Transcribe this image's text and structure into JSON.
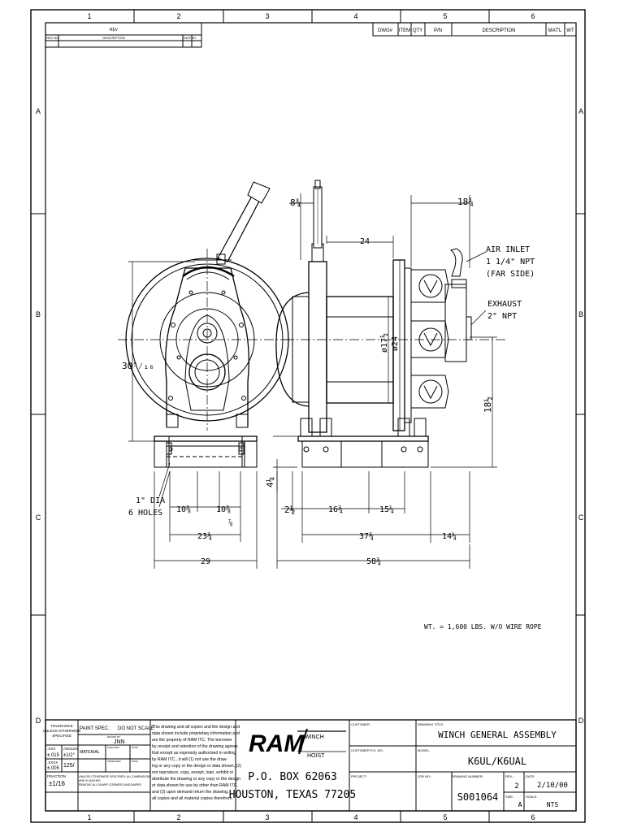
{
  "zones": {
    "columns": [
      "1",
      "2",
      "3",
      "4",
      "5",
      "6"
    ],
    "rows": [
      "A",
      "B",
      "C",
      "D"
    ]
  },
  "revision_block": {
    "header": "REV",
    "cols": [
      "REV NO.",
      "DESCRIPTION",
      "DATE",
      "BY"
    ]
  },
  "parts_list_header": [
    "DWG#",
    "ITEM",
    "QTY",
    "P/N",
    "DESCRIPTION",
    "MAT'L",
    "WT"
  ],
  "dimensions": {
    "d_8_3_4": "8¾",
    "d_18_3_4_top": "18¾",
    "d_24": "24",
    "d_30_5_16": "30⁵⁄₁₆",
    "d_dia_17_1_2": "ø17½",
    "d_dia_24": "ø24",
    "d_18_1_2": "18½",
    "d_4_1_4": "4¼",
    "hole_note_1": "1\" DIA",
    "hole_note_2": "6 HOLES",
    "d_10_3_8_a": "10⅜",
    "d_10_3_8_b": "10⅜",
    "d_7_8": "⅞",
    "d_23_3_4": "23¾",
    "d_29": "29",
    "d_2_1_2": "2½",
    "d_16_3_4": "16¾",
    "d_15_1_4": "15¼",
    "d_37_3_4": "37¾",
    "d_14_1_4": "14¼",
    "d_58_3_4": "58¾"
  },
  "callouts": {
    "air_inlet": [
      "AIR INLET",
      "1 1/4\" NPT",
      "(FAR SIDE)"
    ],
    "exhaust": [
      "EXHAUST",
      "2\" NPT"
    ]
  },
  "weight_note": "WT. = 1,600 LBS. W/O WIRE ROPE",
  "title_block": {
    "tolerance_header": [
      "TOLERANCE",
      "UNLESS OTHERWISE",
      "SPECIFIED"
    ],
    "tol_xxx_label": ".XXX",
    "tol_xxx_value": "±.015",
    "tol_angle_label": "ANGLES",
    "tol_angle_value": "±1/2°",
    "tol_xxxx_label": ".XXXX",
    "tol_xxxx_value": "±.005",
    "tol_finish": "125/",
    "tol_fraction_label": "FRACTION",
    "tol_fraction_value": "±1/16",
    "paint_spec": "PAINT SPEC.",
    "do_not_scale": "DO NOT SCALE",
    "drawn_by_label": "DRAWN BY",
    "drawn_by": "JNN",
    "material_label": "MATERIAL",
    "checked_label": "CHECKED",
    "approved_label": "APPROVED",
    "date_label": "DATE",
    "notes": [
      "UNLESS OTHERWISE SPECIFIED: ALL DIMENSIONS",
      "ARE IN INCHES.",
      "REMOVE ALL SHARP CORNERS AND BURRS"
    ],
    "proprietary": [
      "This drawing and all copies and the design and",
      "data shown include proprietary information and",
      "are the property of RAM ITC. The borrower",
      "by receipt and retention of the drawing agrees",
      "that except as expressly authorized in writing",
      "by RAM ITC., it will (1) not use the draw-",
      "ing or any copy or the design or data shown, (2)",
      "not reproduce, copy, except, loan, exhibit or",
      "distribute the drawing or any copy or the design",
      "or data shown for use by other than RAM ITC,",
      "and (3) upon demand return the drawing,",
      "all copies and all material copies therefrom."
    ],
    "logo": "RAM",
    "logo_sub1": "WINCH",
    "logo_sub2": "HOIST",
    "address1": "P.O. BOX 62063",
    "address2": "HOUSTON, TEXAS 77205",
    "customer_label": "CUSTOMER:",
    "customer_po_label": "CUSTOMER P.O. NO.:",
    "project_label": "PROJECT:",
    "drawing_title_label": "DRAWING TITLE:",
    "drawing_title": "WINCH GENERAL ASSEMBLY",
    "model_label": "MODEL:",
    "model": "K6UL/K6UAL",
    "job_no_label": "JOB NO.:",
    "drawing_number_label": "DRAWING NUMBER:",
    "drawing_number": "S001064",
    "rev_label": "REV.:",
    "rev": "2",
    "date_label2": "DATE:",
    "date": "2/10/00",
    "size_label": "SIZE:",
    "size": "A",
    "scale_label": "SCALE:",
    "scale": "NTS"
  }
}
